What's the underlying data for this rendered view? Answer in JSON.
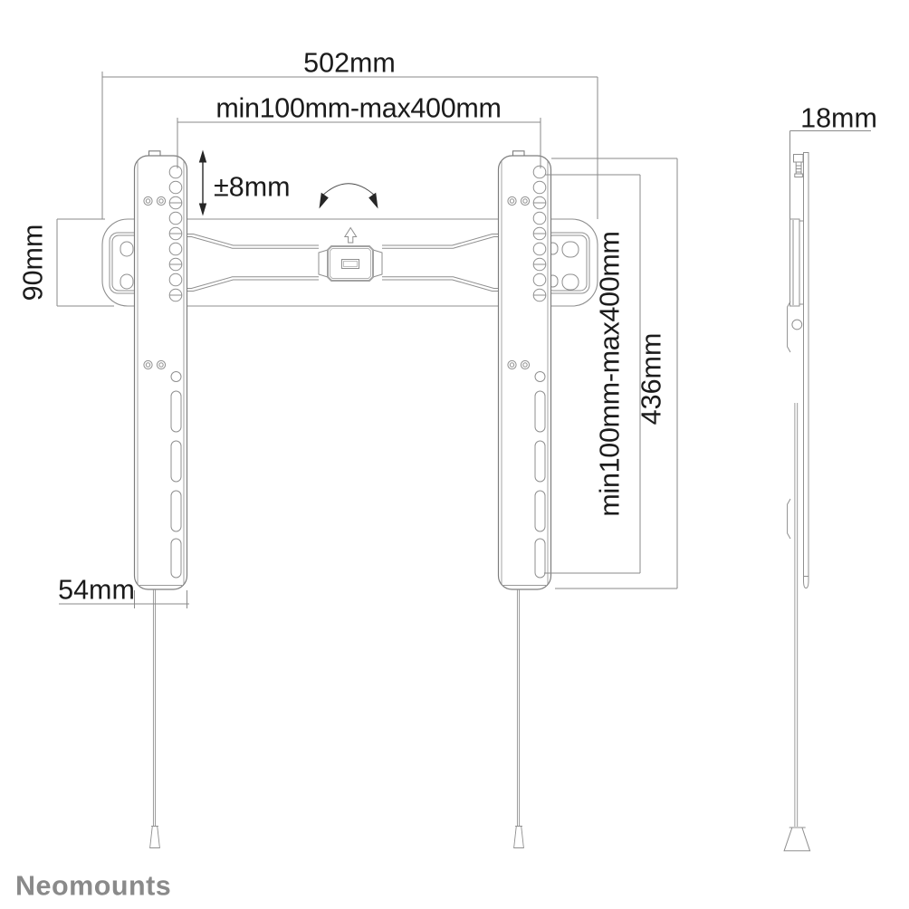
{
  "brand_logo": "Neomounts",
  "colors": {
    "background": "#ffffff",
    "drawing_line": "#8f8f8f",
    "dimension_line": "#8a8a8a",
    "text": "#1b1b1b",
    "arrow": "#262626",
    "logo": "#8a8a8a"
  },
  "dimensions": {
    "total_width": "502mm",
    "vesa_width_range": "min100mm-max400mm",
    "height_adjustment": "±8mm",
    "wall_plate_height": "90mm",
    "arm_width": "54mm",
    "vesa_height_range": "min100mm-max400mm",
    "bracket_height": "436mm",
    "mount_depth": "18mm"
  }
}
